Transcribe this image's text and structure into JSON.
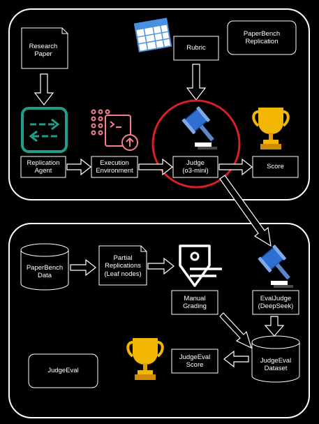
{
  "top": {
    "research_paper": "Research\nPaper",
    "rubric": "Rubric",
    "paperbench_replication": "PaperBench\nReplication",
    "replication_agent": "Replication\nAgent",
    "execution_environment": "Execution\nEnvironment",
    "judge": "Judge\n(o3-mini)",
    "score": "Score"
  },
  "bottom": {
    "paperbench_data": "PaperBench\nData",
    "partial_replications": "Partial\nReplications\n(Leaf nodes)",
    "manual_grading": "Manual\nGrading",
    "evaljudge": "EvalJudge\n(DeepSeek)",
    "judgeeval_score": "JudgeEval\nScore",
    "judgeeval_dataset": "JudgeEval\nDataset",
    "judgeeval": "JudgeEval"
  },
  "colors": {
    "background": "#000000",
    "frame": "#ffffff",
    "agent_icon": "#1f9e89",
    "exec_icon": "#f5808f",
    "judge_circle": "#d81f26",
    "gavel_blue": "#2f6fd1",
    "trophy_gold": "#f2b705",
    "rubric_blue": "#4a90e2"
  },
  "icons": [
    "document-icon",
    "rubric-table-icon",
    "replication-agent-icon",
    "execution-environment-icon",
    "gavel-icon",
    "trophy-icon",
    "database-icon",
    "price-tag-icon"
  ]
}
